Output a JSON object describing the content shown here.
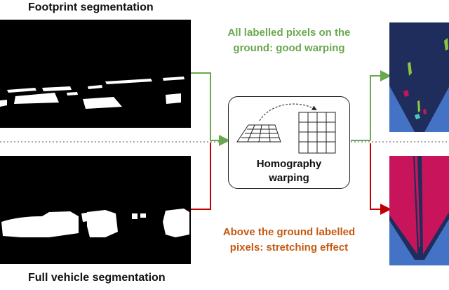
{
  "labels": {
    "footprint": "Footprint segmentation",
    "full_vehicle": "Full vehicle segmentation"
  },
  "captions": {
    "good": {
      "line1": "All labelled pixels on the",
      "line2": "ground: good warping",
      "color": "#6aa84f"
    },
    "bad": {
      "line1": "Above the ground labelled",
      "line2": "pixels:  stretching effect",
      "color": "#c55a11"
    }
  },
  "warp_box": {
    "line1": "Homography",
    "line2": "warping"
  },
  "colors": {
    "arrow_green": "#6aa84f",
    "arrow_red": "#c00000",
    "bev_navy": "#1f2d5c",
    "bev_blue": "#4472c4",
    "bev_magenta": "#c8145a"
  }
}
